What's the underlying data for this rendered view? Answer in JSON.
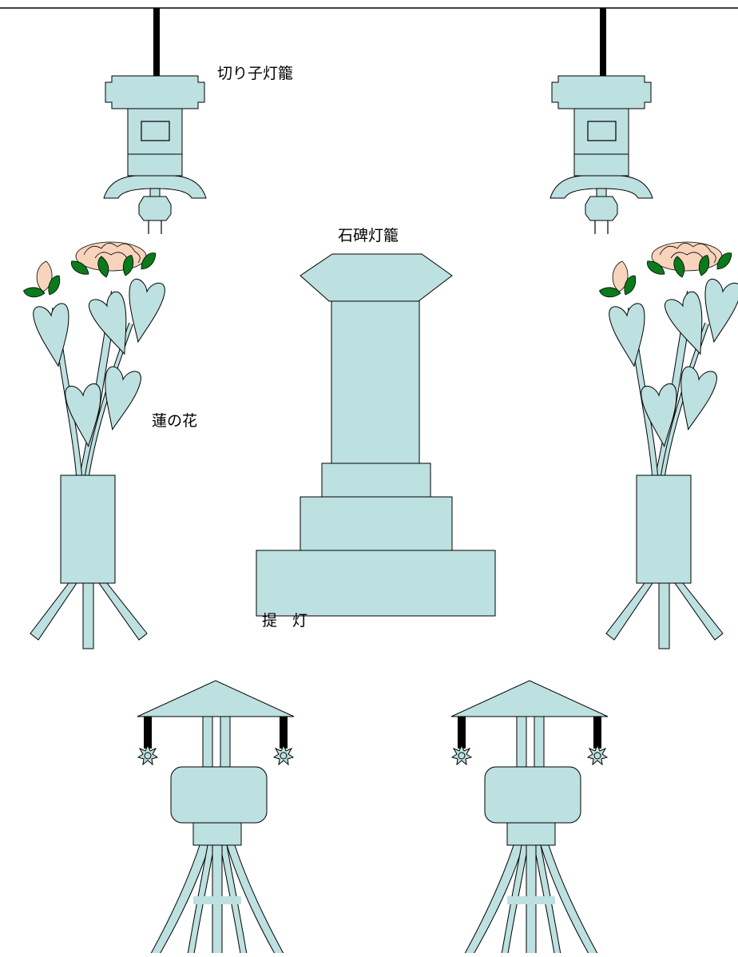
{
  "labels": {
    "kiriko": "切り子灯籠",
    "sekihi": "石碑灯籠",
    "hasu": "蓮の花",
    "chochin": "提　灯"
  },
  "colors": {
    "fill": "#bde0e0",
    "stroke": "#000000",
    "leaf_dark": "#0a7a1a",
    "petal": "#f8d4bd",
    "bar": "#000000"
  },
  "icons": [
    "kiriko-lantern-icon",
    "stone-monument-lantern-icon",
    "lotus-flower-icon",
    "chochin-lantern-icon"
  ]
}
